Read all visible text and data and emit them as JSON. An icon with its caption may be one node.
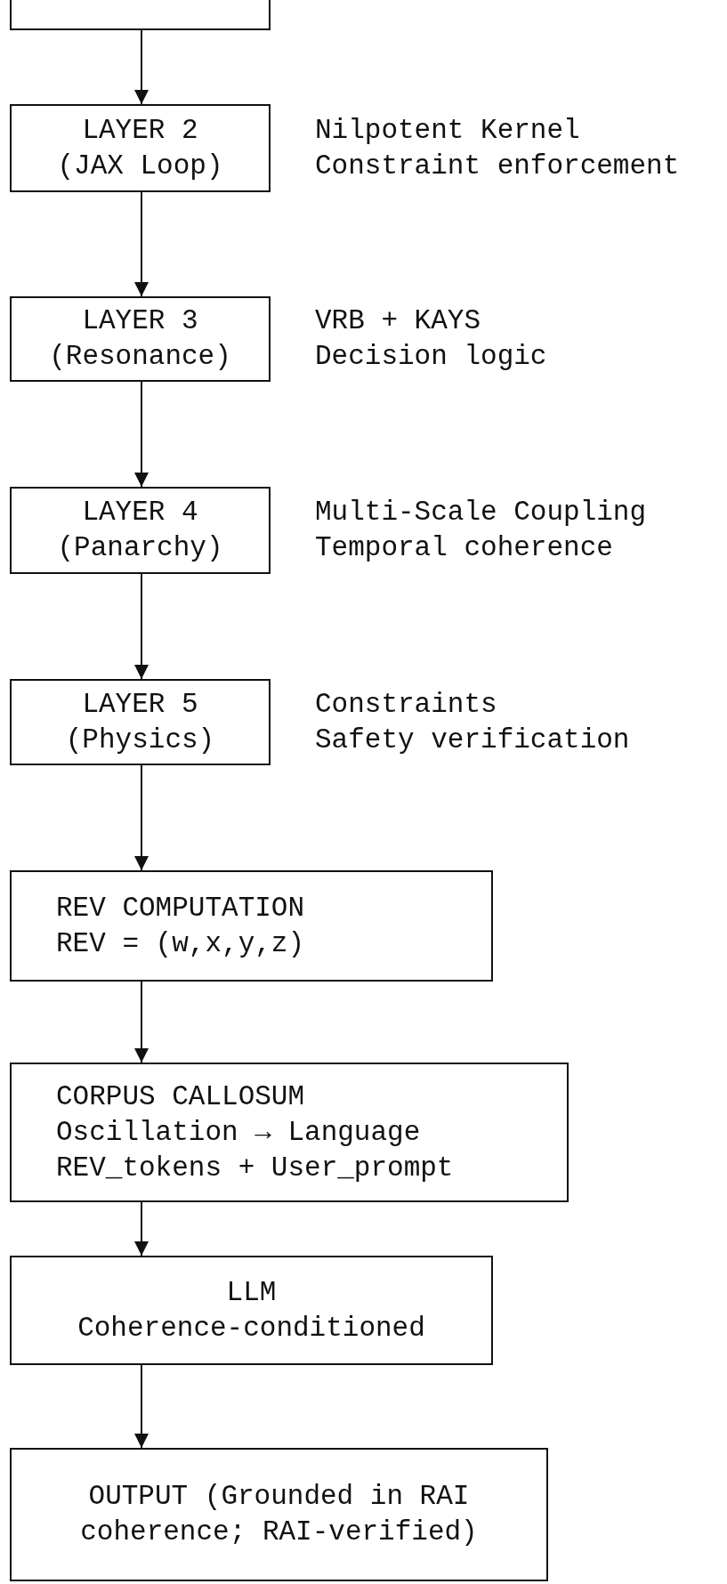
{
  "diagram": {
    "nodes": [
      {
        "text": [],
        "shape": "box"
      },
      {
        "text": [
          "LAYER 2 (JAX Loop)"
        ],
        "beside": [
          "Nilpotent Kernel",
          "Constraint enforcement"
        ]
      },
      {
        "text": [
          "LAYER 3 (Resonance)"
        ],
        "beside": [
          "VRB + KAYS",
          "Decision logic"
        ]
      },
      {
        "text": [
          "LAYER 4 (Panarchy)"
        ],
        "beside": [
          "Multi-Scale Coupling",
          "Temporal coherence"
        ]
      },
      {
        "text": [
          "LAYER 5 (Physics)"
        ],
        "beside": [
          "Constraints",
          "Safety verification"
        ]
      },
      {
        "text": [
          "REV COMPUTATION",
          "REV = (w,x,y,z)"
        ]
      },
      {
        "text": [
          "CORPUS CALLOSUM",
          "Oscillation → Language",
          "REV_tokens + User_prompt"
        ]
      },
      {
        "text": [
          "LLM",
          "Coherence-conditioned"
        ]
      },
      {
        "text": [
          "OUTPUT (Grounded in RAI coherence; RAI-verified)"
        ]
      }
    ],
    "edges": [
      {
        "from": 0,
        "to": 1,
        "arrow": "to"
      },
      {
        "from": 1,
        "to": 2,
        "arrow": "to"
      },
      {
        "from": 2,
        "to": 3,
        "arrow": "to"
      },
      {
        "from": 3,
        "to": 4,
        "arrow": "to"
      },
      {
        "from": 4,
        "to": 5,
        "arrow": "to"
      },
      {
        "from": 5,
        "to": 6,
        "arrow": "to"
      },
      {
        "from": 6,
        "to": 7,
        "arrow": "to"
      },
      {
        "from": 7,
        "to": 8,
        "arrow": "to"
      }
    ]
  }
}
